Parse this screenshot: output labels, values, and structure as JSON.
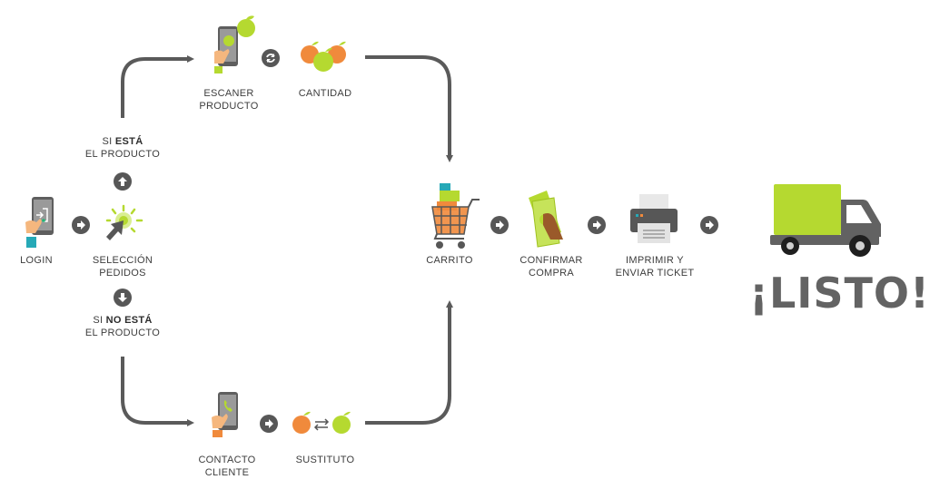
{
  "diagram": {
    "title": "Flujo de pedido",
    "nodes": {
      "login": {
        "label": "LOGIN",
        "icon": "phone-login-icon"
      },
      "seleccion": {
        "label_line1": "SELECCIÓN",
        "label_line2": "PEDIDOS",
        "icon": "cursor-click-icon"
      },
      "si_esta": {
        "prefix": "SI",
        "bold": "ESTÁ",
        "line2": "EL PRODUCTO"
      },
      "no_esta": {
        "prefix": "SI",
        "bold": "NO ESTÁ",
        "line2": "EL PRODUCTO"
      },
      "escaner": {
        "label_line1": "ESCANER",
        "label_line2": "PRODUCTO",
        "icon": "phone-scan-apple-icon"
      },
      "cantidad": {
        "label": "CANTIDAD",
        "icon": "apples-icon"
      },
      "contacto": {
        "label_line1": "CONTACTO",
        "label_line2": "CLIENTE",
        "icon": "phone-call-icon"
      },
      "sustituto": {
        "label": "SUSTITUTO",
        "icon": "apple-swap-icon"
      },
      "carrito": {
        "label": "CARRITO",
        "icon": "shopping-cart-icon"
      },
      "confirmar": {
        "label_line1": "CONFIRMAR",
        "label_line2": "COMPRA",
        "icon": "cash-hand-icon"
      },
      "imprimir": {
        "label_line1": "IMPRIMIR Y",
        "label_line2": "ENVIAR TICKET",
        "icon": "printer-icon"
      },
      "listo": {
        "label": "¡LISTO!",
        "icon": "delivery-truck-icon"
      }
    },
    "colors": {
      "accent_green": "#b5d930",
      "orange": "#f08a3c",
      "dark_gray": "#575757",
      "text": "#3d3d3d"
    }
  }
}
